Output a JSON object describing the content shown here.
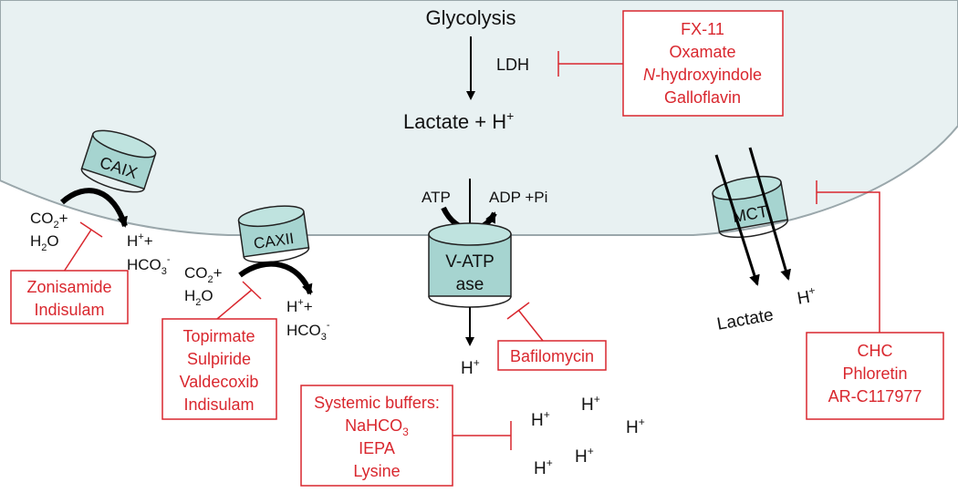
{
  "colors": {
    "cell": "#e8f1f2",
    "transporter": "#a6d4d0",
    "inhibitor": "#d9272e",
    "text": "#111111"
  },
  "metabolism": {
    "glycolysis": "Glycolysis",
    "enzyme": "LDH",
    "lactate_main": "Lactate + H",
    "plus_sup": "+"
  },
  "ldh_inhibitors": [
    "FX-11",
    "Oxamate",
    "hydroxyindole",
    "Galloflavin"
  ],
  "ldh_inhibitor_italic_prefix": "N-",
  "transporters": {
    "caix": "CAIX",
    "caxii": "CAXII",
    "vatpase_line1": "V-ATP",
    "vatpase_line2": "ase",
    "mct": "MCT"
  },
  "reactions": {
    "co2": "CO",
    "sub2": "2",
    "plus": "+",
    "h2o_h": "H",
    "h2o_o": "O",
    "h_plus": "H",
    "hco3": "HCO",
    "sub3": "3",
    "minus_sup": "-"
  },
  "atp": {
    "atp": "ATP",
    "adp": "ADP +Pi"
  },
  "mct_products": {
    "lactate": "Lactate",
    "proton": "H"
  },
  "caix_inhibitors": [
    "Zonisamide",
    "Indisulam"
  ],
  "caxii_inhibitors": [
    "Topirmate",
    "Sulpiride",
    "Valdecoxib",
    "Indisulam"
  ],
  "vatpase_inhibitor": "Bafilomycin",
  "mct_inhibitors": [
    "CHC",
    "Phloretin",
    "AR-C117977"
  ],
  "buffers": {
    "title": "Systemic buffers:",
    "nahco": "NaHCO",
    "nahco_sub": "3",
    "iepa": "IEPA",
    "lysine": "Lysine"
  },
  "extracellular_proton": "H"
}
